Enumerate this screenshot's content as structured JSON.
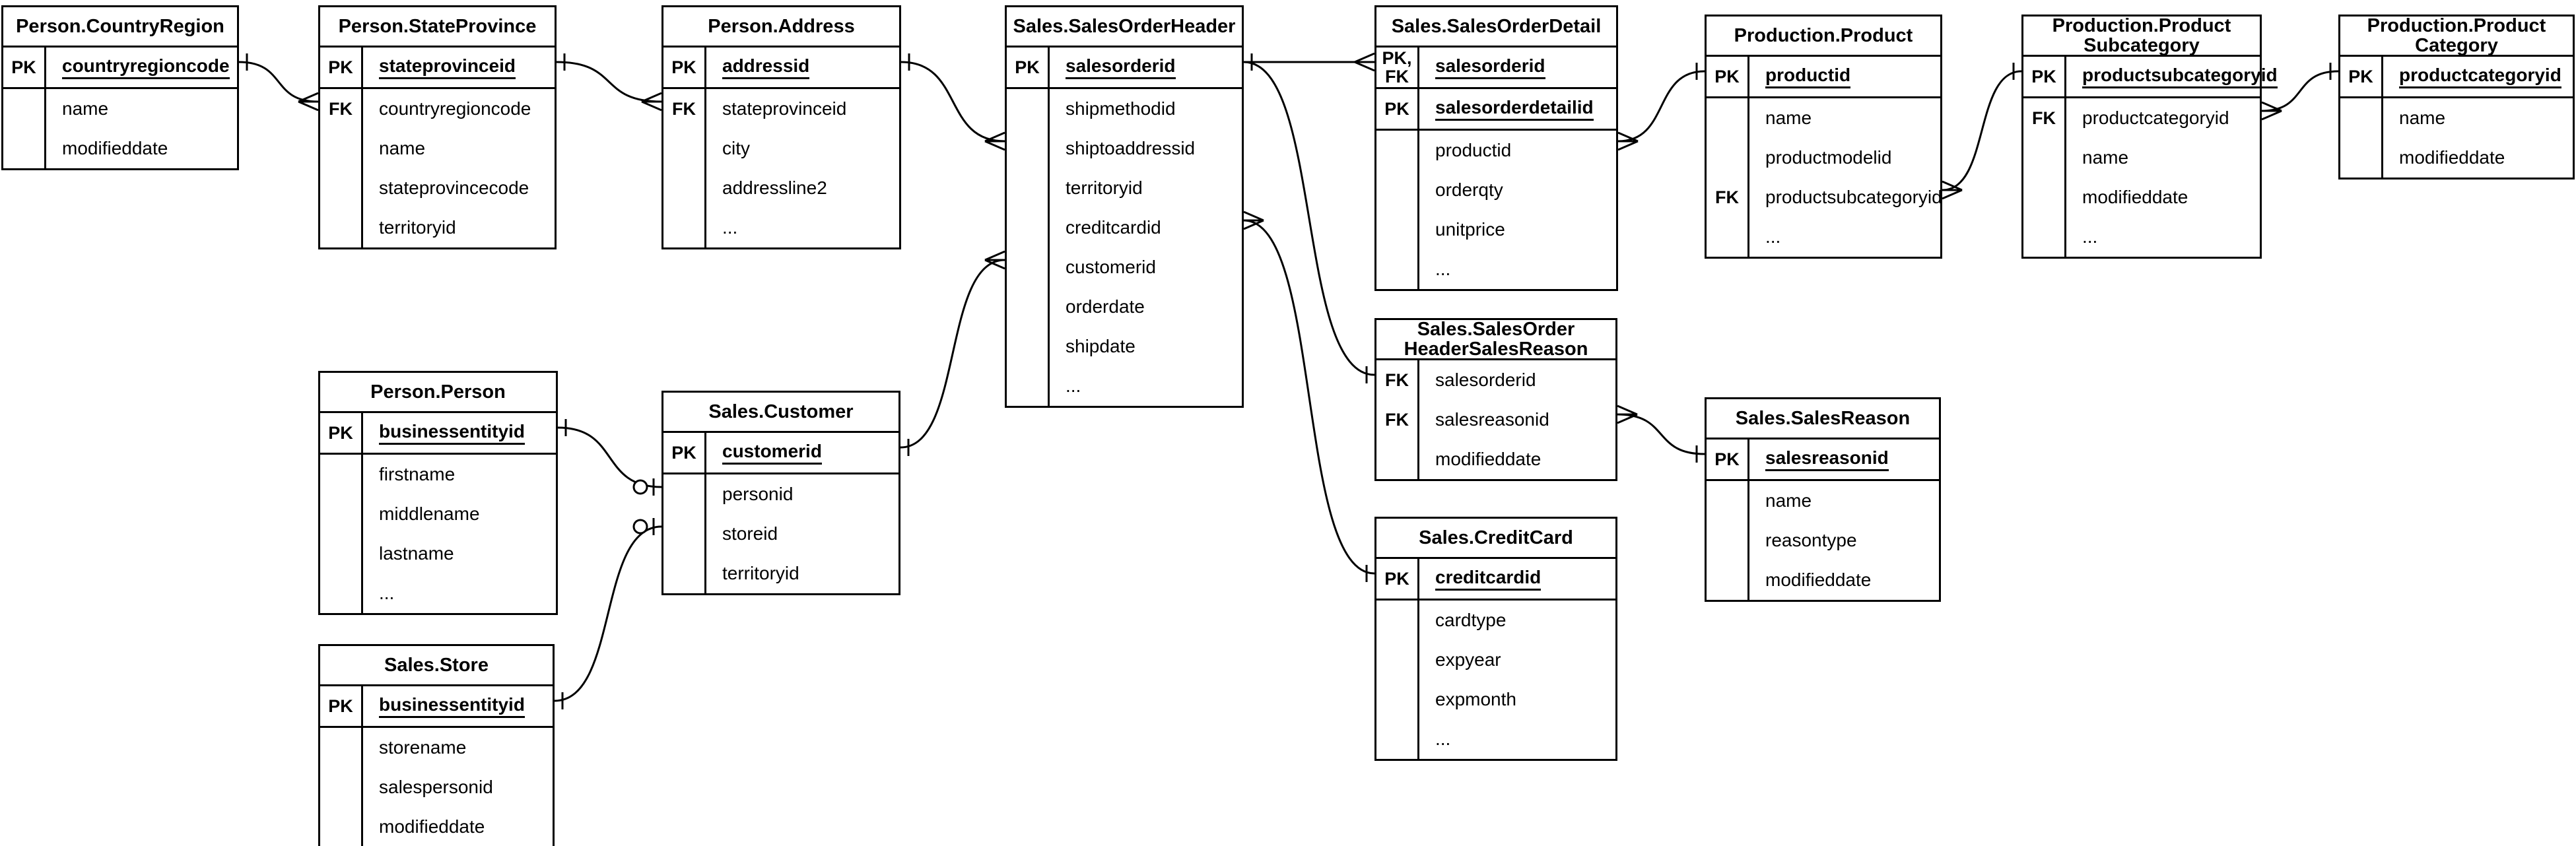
{
  "diagram": {
    "kind": "entity-relationship-diagram",
    "notation": "crow-foot",
    "colors": {
      "background": "#ffffff",
      "stroke": "#000000",
      "text": "#000000"
    },
    "entities": [
      {
        "title_lines": [
          "Person.CountryRegion"
        ],
        "sections": [
          {
            "rows": [
              {
                "key": "PK",
                "name": "countryregioncode",
                "pk": true
              }
            ]
          },
          {
            "rows": [
              {
                "key": "",
                "name": "name"
              },
              {
                "key": "",
                "name": "modifieddate"
              }
            ]
          }
        ]
      },
      {
        "title_lines": [
          "Person.StateProvince"
        ],
        "sections": [
          {
            "rows": [
              {
                "key": "PK",
                "name": "stateprovinceid",
                "pk": true
              }
            ]
          },
          {
            "rows": [
              {
                "key": "FK",
                "name": "countryregioncode"
              },
              {
                "key": "",
                "name": "name"
              },
              {
                "key": "",
                "name": "stateprovincecode"
              },
              {
                "key": "",
                "name": "territoryid"
              }
            ]
          }
        ]
      },
      {
        "title_lines": [
          "Person.Address"
        ],
        "sections": [
          {
            "rows": [
              {
                "key": "PK",
                "name": "addressid",
                "pk": true
              }
            ]
          },
          {
            "rows": [
              {
                "key": "FK",
                "name": "stateprovinceid"
              },
              {
                "key": "",
                "name": "city"
              },
              {
                "key": "",
                "name": "addressline2"
              },
              {
                "key": "",
                "name": "..."
              }
            ]
          }
        ]
      },
      {
        "title_lines": [
          "Sales.SalesOrderHeader"
        ],
        "sections": [
          {
            "rows": [
              {
                "key": "PK",
                "name": "salesorderid",
                "pk": true
              }
            ]
          },
          {
            "rows": [
              {
                "key": "",
                "name": "shipmethodid"
              },
              {
                "key": "",
                "name": "shiptoaddressid"
              },
              {
                "key": "",
                "name": "territoryid"
              },
              {
                "key": "",
                "name": "creditcardid"
              },
              {
                "key": "",
                "name": "customerid"
              },
              {
                "key": "",
                "name": "orderdate"
              },
              {
                "key": "",
                "name": "shipdate"
              },
              {
                "key": "",
                "name": "..."
              }
            ]
          }
        ]
      },
      {
        "title_lines": [
          "Sales.SalesOrderDetail"
        ],
        "sections": [
          {
            "rows": [
              {
                "key": "PK,\nFK",
                "name": "salesorderid",
                "pk": true
              }
            ]
          },
          {
            "rows": [
              {
                "key": "PK",
                "name": "salesorderdetailid",
                "pk": true
              }
            ]
          },
          {
            "rows": [
              {
                "key": "",
                "name": "productid"
              },
              {
                "key": "",
                "name": "orderqty"
              },
              {
                "key": "",
                "name": "unitprice"
              },
              {
                "key": "",
                "name": "..."
              }
            ]
          }
        ]
      },
      {
        "title_lines": [
          "Production.Product"
        ],
        "sections": [
          {
            "rows": [
              {
                "key": "PK",
                "name": "productid",
                "pk": true
              }
            ]
          },
          {
            "rows": [
              {
                "key": "",
                "name": "name"
              },
              {
                "key": "",
                "name": "productmodelid"
              },
              {
                "key": "FK",
                "name": "productsubcategoryid"
              },
              {
                "key": "",
                "name": "..."
              }
            ]
          }
        ]
      },
      {
        "title_lines": [
          "Production.Product",
          "Subcategory"
        ],
        "sections": [
          {
            "rows": [
              {
                "key": "PK",
                "name": "productsubcategoryid",
                "pk": true
              }
            ]
          },
          {
            "rows": [
              {
                "key": "FK",
                "name": "productcategoryid"
              },
              {
                "key": "",
                "name": "name"
              },
              {
                "key": "",
                "name": "modifieddate"
              },
              {
                "key": "",
                "name": "..."
              }
            ]
          }
        ]
      },
      {
        "title_lines": [
          "Production.Product",
          "Category"
        ],
        "sections": [
          {
            "rows": [
              {
                "key": "PK",
                "name": "productcategoryid",
                "pk": true
              }
            ]
          },
          {
            "rows": [
              {
                "key": "",
                "name": "name"
              },
              {
                "key": "",
                "name": "modifieddate"
              }
            ]
          }
        ]
      },
      {
        "title_lines": [
          "Person.Person"
        ],
        "sections": [
          {
            "rows": [
              {
                "key": "PK",
                "name": "businessentityid",
                "pk": true
              }
            ]
          },
          {
            "rows": [
              {
                "key": "",
                "name": "firstname"
              },
              {
                "key": "",
                "name": "middlename"
              },
              {
                "key": "",
                "name": "lastname"
              },
              {
                "key": "",
                "name": "..."
              }
            ]
          }
        ]
      },
      {
        "title_lines": [
          "Sales.Customer"
        ],
        "sections": [
          {
            "rows": [
              {
                "key": "PK",
                "name": "customerid",
                "pk": true
              }
            ]
          },
          {
            "rows": [
              {
                "key": "",
                "name": "personid"
              },
              {
                "key": "",
                "name": "storeid"
              },
              {
                "key": "",
                "name": "territoryid"
              }
            ]
          }
        ]
      },
      {
        "title_lines": [
          "Sales.Store"
        ],
        "sections": [
          {
            "rows": [
              {
                "key": "PK",
                "name": "businessentityid",
                "pk": true
              }
            ]
          },
          {
            "rows": [
              {
                "key": "",
                "name": "storename"
              },
              {
                "key": "",
                "name": "salespersonid"
              },
              {
                "key": "",
                "name": "modifieddate"
              }
            ]
          }
        ]
      },
      {
        "title_lines": [
          "Sales.SalesOrder",
          "HeaderSalesReason"
        ],
        "sections": [
          {
            "rows": [
              {
                "key": "FK",
                "name": "salesorderid"
              },
              {
                "key": "FK",
                "name": "salesreasonid"
              },
              {
                "key": "",
                "name": "modifieddate"
              }
            ]
          }
        ]
      },
      {
        "title_lines": [
          "Sales.SalesReason"
        ],
        "sections": [
          {
            "rows": [
              {
                "key": "PK",
                "name": "salesreasonid",
                "pk": true
              }
            ]
          },
          {
            "rows": [
              {
                "key": "",
                "name": "name"
              },
              {
                "key": "",
                "name": "reasontype"
              },
              {
                "key": "",
                "name": "modifieddate"
              }
            ]
          }
        ]
      },
      {
        "title_lines": [
          "Sales.CreditCard"
        ],
        "sections": [
          {
            "rows": [
              {
                "key": "PK",
                "name": "creditcardid",
                "pk": true
              }
            ]
          },
          {
            "rows": [
              {
                "key": "",
                "name": "cardtype"
              },
              {
                "key": "",
                "name": "expyear"
              },
              {
                "key": "",
                "name": "expmonth"
              },
              {
                "key": "",
                "name": "..."
              }
            ]
          }
        ]
      }
    ],
    "relationships": [
      {
        "from_entity": "Person.CountryRegion",
        "from_field": "countryregioncode",
        "from_card": "one",
        "to_entity": "Person.StateProvince",
        "to_field": "countryregioncode",
        "to_card": "many"
      },
      {
        "from_entity": "Person.StateProvince",
        "from_field": "stateprovinceid",
        "from_card": "one",
        "to_entity": "Person.Address",
        "to_field": "stateprovinceid",
        "to_card": "many"
      },
      {
        "from_entity": "Person.Address",
        "from_field": "addressid",
        "from_card": "one",
        "to_entity": "Sales.SalesOrderHeader",
        "to_field": "shiptoaddressid",
        "to_card": "many"
      },
      {
        "from_entity": "Sales.Customer",
        "from_field": "customerid",
        "from_card": "one",
        "to_entity": "Sales.SalesOrderHeader",
        "to_field": "customerid",
        "to_card": "many"
      },
      {
        "from_entity": "Sales.SalesOrderHeader",
        "from_field": "salesorderid",
        "from_card": "one",
        "to_entity": "Sales.SalesOrderDetail",
        "to_field": "salesorderid",
        "to_card": "many"
      },
      {
        "from_entity": "Sales.SalesOrderHeader",
        "from_field": "salesorderid",
        "from_card": "none",
        "to_entity": "Sales.SalesOrderHeaderSalesReason",
        "to_field": "salesorderid",
        "to_card": "one"
      },
      {
        "from_entity": "Sales.SalesOrderHeader",
        "from_field": "creditcardid",
        "from_card": "many",
        "to_entity": "Sales.CreditCard",
        "to_field": "creditcardid",
        "to_card": "one"
      },
      {
        "from_entity": "Sales.SalesOrderDetail",
        "from_field": "productid",
        "from_card": "many",
        "to_entity": "Production.Product",
        "to_field": "productid",
        "to_card": "one"
      },
      {
        "from_entity": "Production.Product",
        "from_field": "productsubcategoryid",
        "from_card": "many",
        "to_entity": "Production.ProductSubcategory",
        "to_field": "productsubcategoryid",
        "to_card": "one"
      },
      {
        "from_entity": "Production.ProductSubcategory",
        "from_field": "productcategoryid",
        "from_card": "many",
        "to_entity": "Production.ProductCategory",
        "to_field": "productcategoryid",
        "to_card": "one"
      },
      {
        "from_entity": "Sales.SalesOrderHeaderSalesReason",
        "from_field": "salesreasonid",
        "from_card": "many",
        "to_entity": "Sales.SalesReason",
        "to_field": "salesreasonid",
        "to_card": "one"
      },
      {
        "from_entity": "Person.Person",
        "from_field": "businessentityid",
        "from_card": "one",
        "to_entity": "Sales.Customer",
        "to_field": "personid",
        "to_card": "zero-one"
      },
      {
        "from_entity": "Sales.Store",
        "from_field": "businessentityid",
        "from_card": "one",
        "to_entity": "Sales.Customer",
        "to_field": "storeid",
        "to_card": "zero-one"
      }
    ]
  }
}
